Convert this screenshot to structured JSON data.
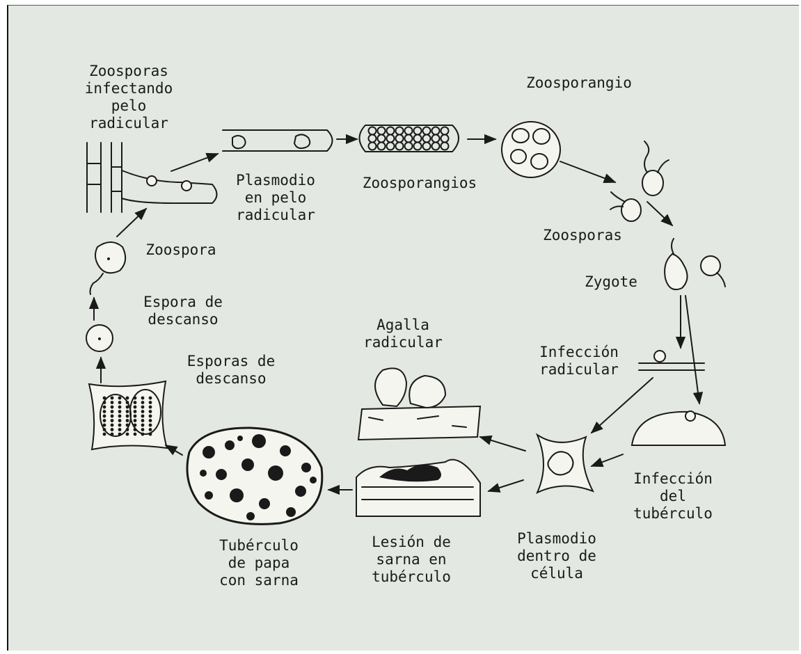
{
  "labels": {
    "zoosporas_infectando": [
      "Zoosporas",
      "infectando",
      "pelo",
      "radicular"
    ],
    "plasmodio_pelo": [
      "Plasmodio",
      "en pelo",
      "radicular"
    ],
    "zoosporangios": [
      "Zoosporangios"
    ],
    "zoosporangio": [
      "Zoosporangio"
    ],
    "zoosporas": [
      "Zoosporas"
    ],
    "zygote": [
      "Zygote"
    ],
    "zoospora": [
      "Zoospora"
    ],
    "espora_descanso": [
      "Espora de",
      "descanso"
    ],
    "agalla_radicular": [
      "Agalla",
      "radicular"
    ],
    "infeccion_radicular": [
      "Infección",
      "radicular"
    ],
    "esporas_descanso": [
      "Esporas de",
      "descanso"
    ],
    "infeccion_tuberculo": [
      "Infección",
      "del",
      "tubérculo"
    ],
    "tuberculo_papa": [
      "Tubérculo",
      "de papa",
      "con sarna"
    ],
    "lesion_sarna": [
      "Lesión de",
      "sarna en",
      "tubérculo"
    ],
    "plasmodio_celula": [
      "Plasmodio",
      "dentro de",
      "célula"
    ]
  }
}
